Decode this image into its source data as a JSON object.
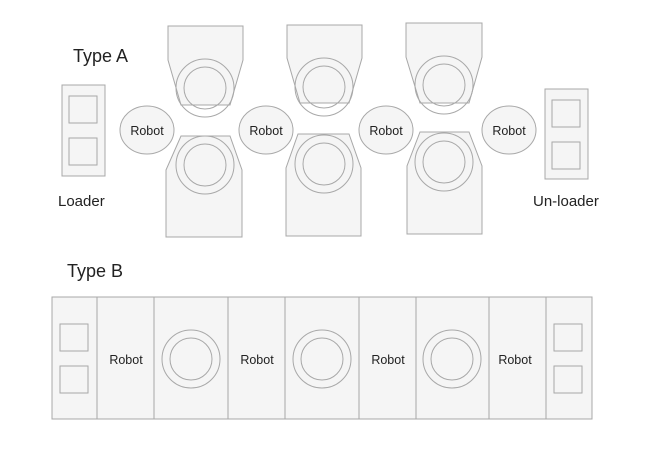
{
  "type_a": {
    "title": "Type A",
    "loader_label": "Loader",
    "unloader_label": "Un-loader",
    "robots": [
      "Robot",
      "Robot",
      "Robot",
      "Robot"
    ]
  },
  "type_b": {
    "title": "Type B",
    "robots": [
      "Robot",
      "Robot",
      "Robot",
      "Robot"
    ]
  },
  "colors": {
    "stroke": "#a8a8a8",
    "fill": "#f5f5f5",
    "text": "#222222"
  }
}
